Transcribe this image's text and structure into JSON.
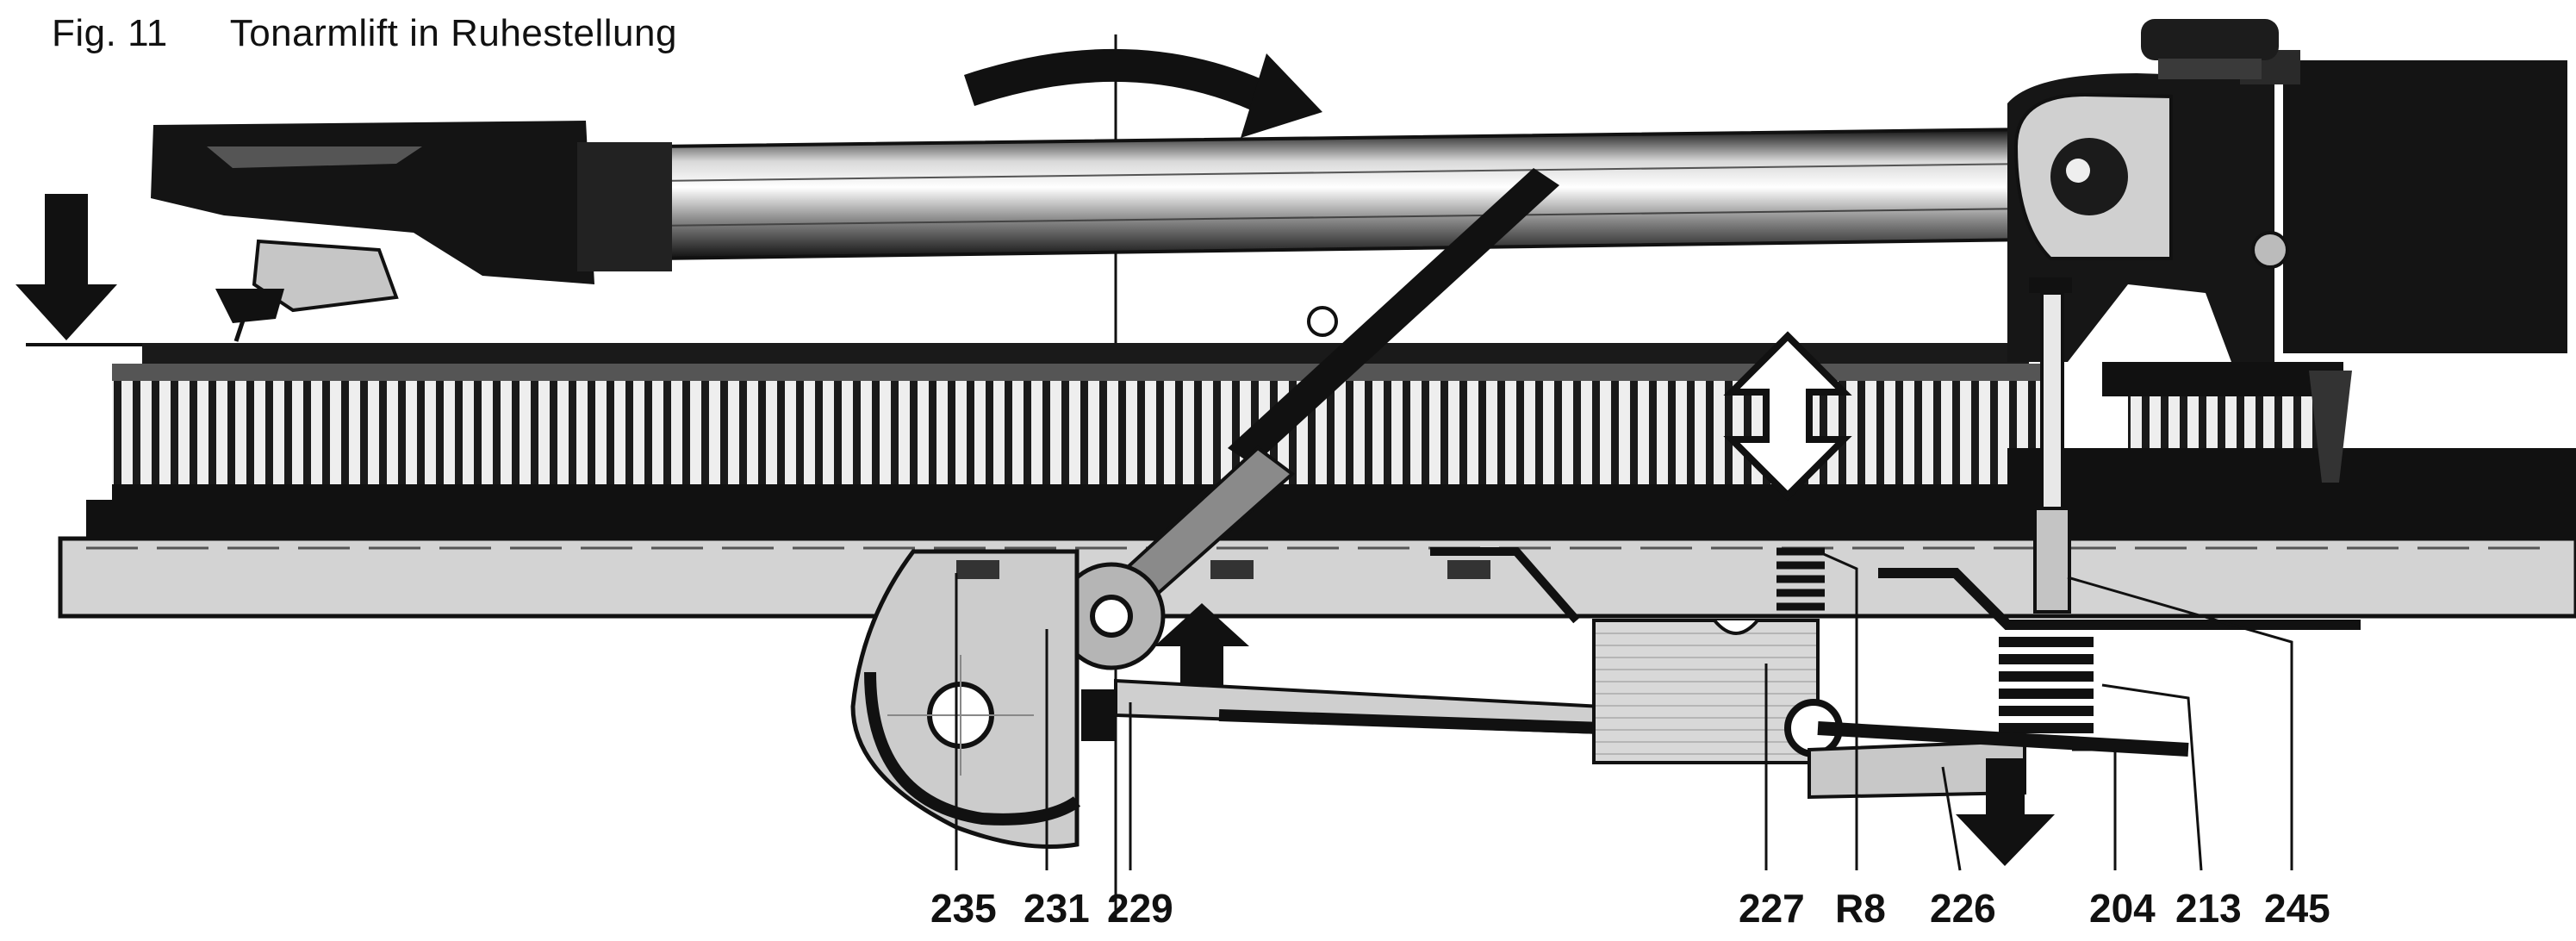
{
  "figure": {
    "number": "Fig. 11",
    "title": "Tonarmlift in Ruhestellung"
  },
  "callouts": [
    "235",
    "231",
    "229",
    "227",
    "R8",
    "226",
    "204",
    "213",
    "245"
  ],
  "colors": {
    "ink": "#111111",
    "chassis": "#d6d6d6",
    "paper": "#ffffff",
    "metal": "#9a9a9a"
  }
}
